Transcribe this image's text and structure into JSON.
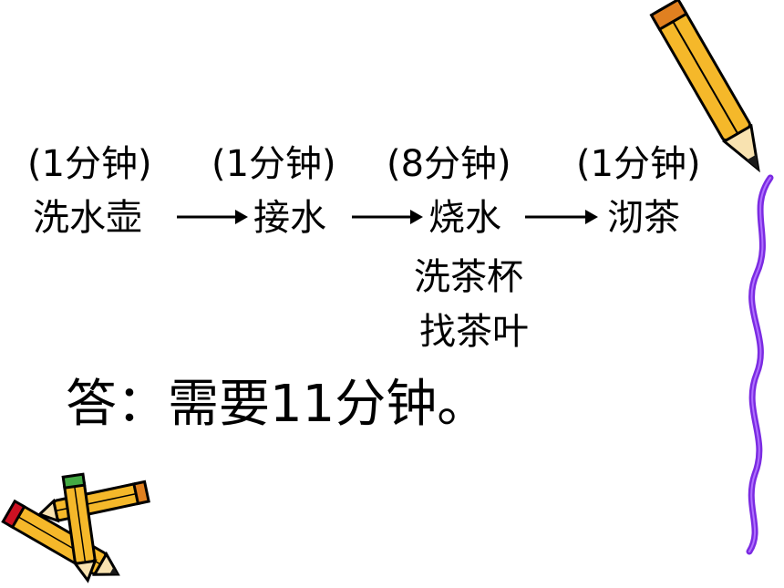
{
  "durations": [
    "(1分钟)",
    "(1分钟)",
    "(8分钟)",
    "(1分钟)"
  ],
  "steps": [
    "洗水壶",
    "接水",
    "烧水",
    "沏茶"
  ],
  "parallel_tasks": [
    "洗茶杯",
    "找茶叶"
  ],
  "answer": "答：需要11分钟。",
  "colors": {
    "pencil_body": "#F5B82A",
    "pencil_outline": "#000000",
    "pencil_tip": "#CC1122",
    "pencil_eraser": "#44AA44",
    "squiggle": "#7B2BE2"
  },
  "icons": [
    "pencil-icon",
    "pencils-icon",
    "squiggle-line"
  ]
}
